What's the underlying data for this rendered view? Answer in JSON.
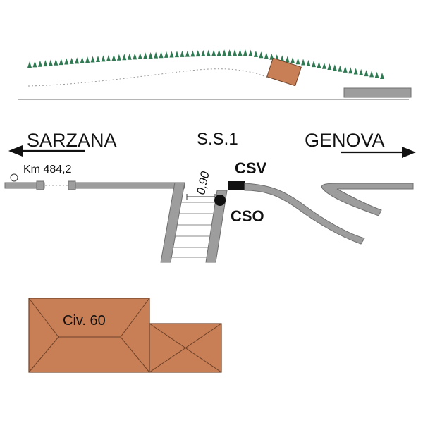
{
  "labels": {
    "west_destination": "SARZANA",
    "east_destination": "GENOVA",
    "road": "S.S.1",
    "km_marker": "Km 484,2",
    "dimension": "0,90",
    "csv": "CSV",
    "cso": "CSO",
    "building": "Civ. 60"
  },
  "colors": {
    "road": "#9d9d9d",
    "road_edge": "#6f6f6f",
    "building": "#c87f56",
    "building_edge": "#6e4128",
    "tree": "#2f7a52",
    "marker": "#111111"
  },
  "tree_count": 68
}
